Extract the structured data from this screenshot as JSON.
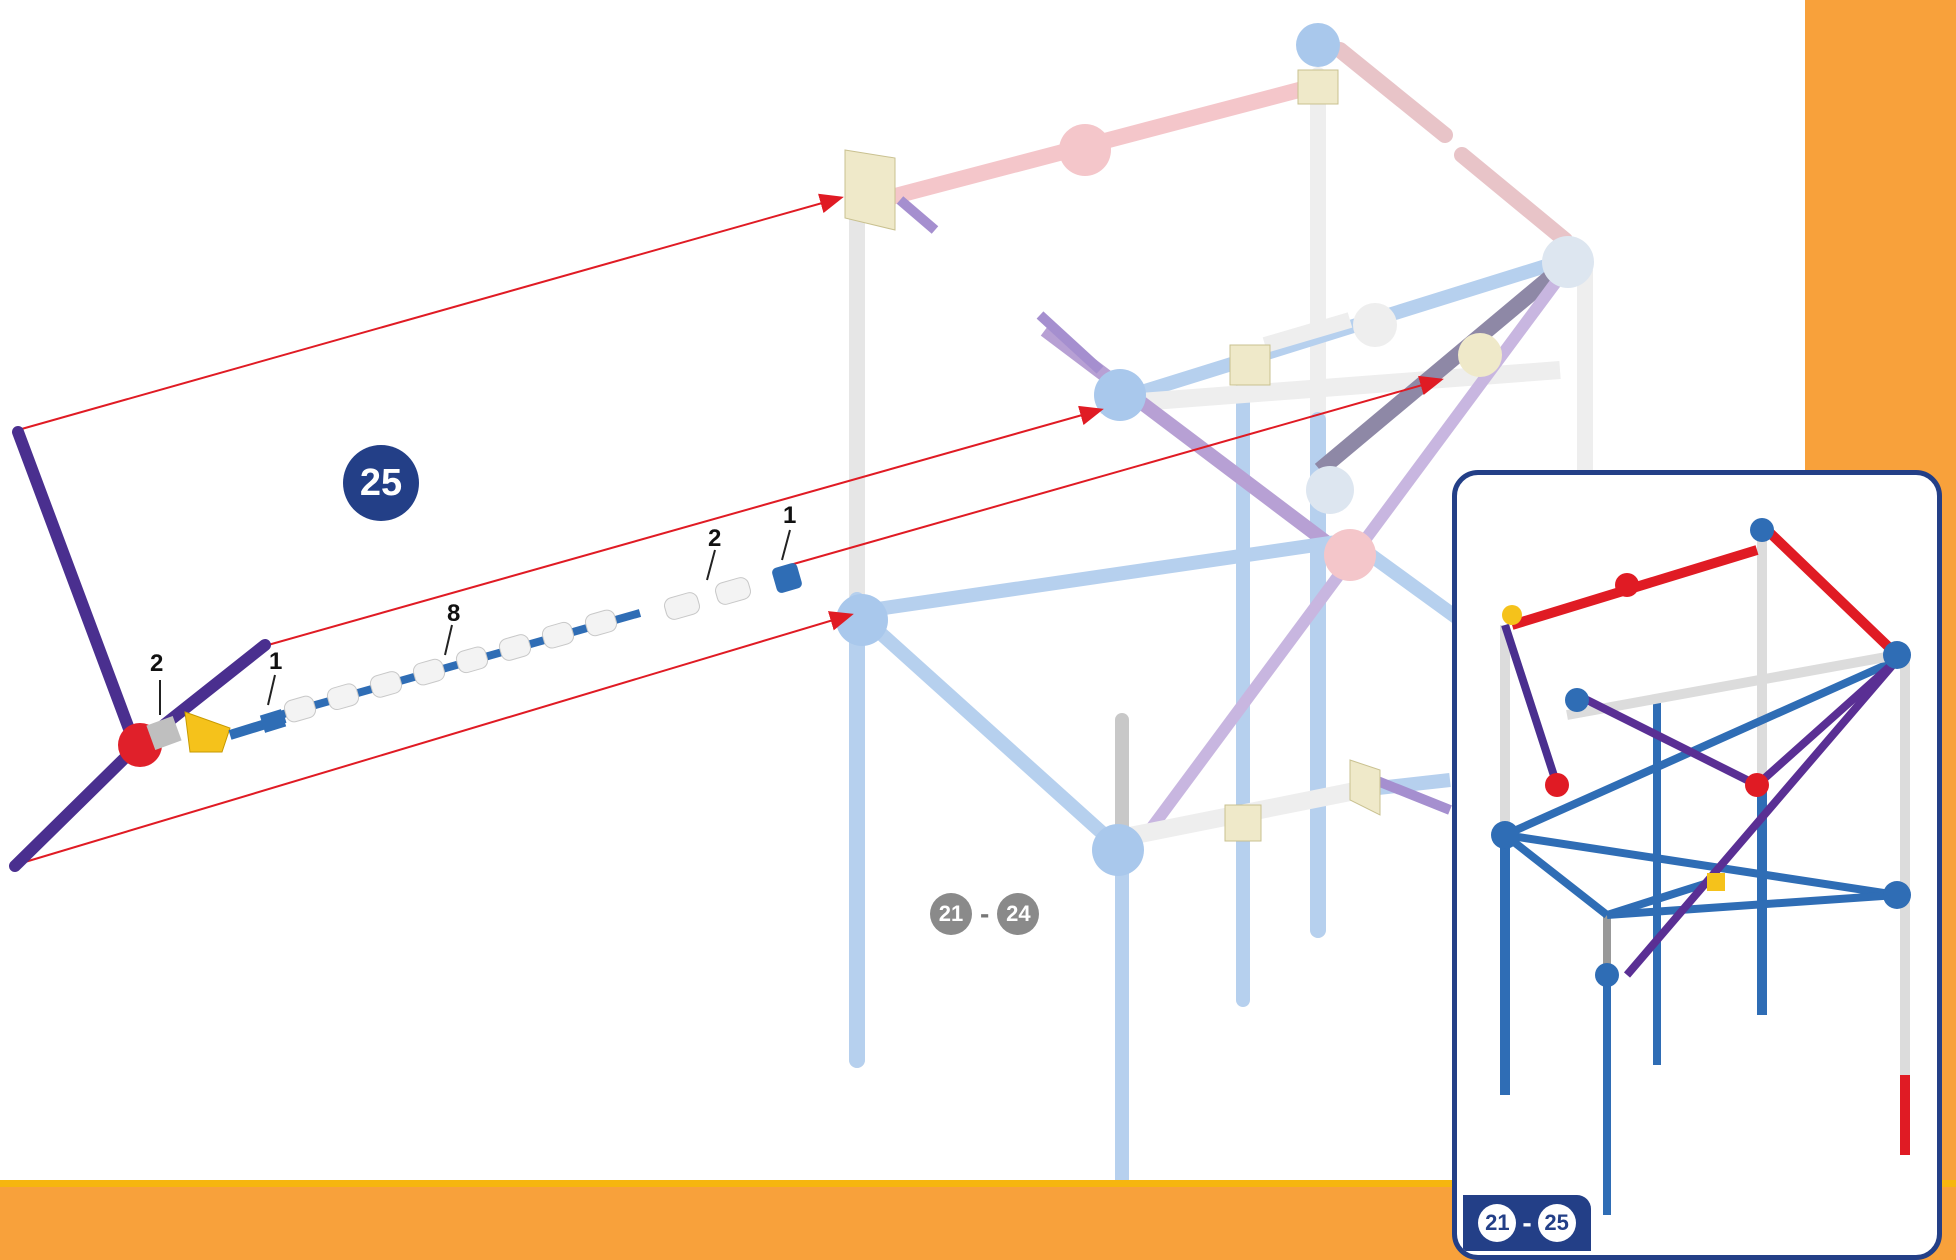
{
  "colors": {
    "accent_orange": "#f8a13b",
    "band_line": "#f6b60f",
    "step_blue": "#233f87",
    "guide_red": "#e01b24",
    "rod_light_blue": "#a9c8ec",
    "rod_white": "#eeeeee",
    "rod_pink": "#f0bcc0",
    "rod_purple": "#4a2f8f",
    "inset_blue": "#2f6db5",
    "inset_red": "#e01b24",
    "inset_purple": "#5a2f94",
    "connector_yellow": "#f5c21b",
    "connector_red": "#e0202a"
  },
  "step": {
    "number": "25"
  },
  "previous_steps": {
    "from": "21",
    "separator": "-",
    "to": "24"
  },
  "inset": {
    "from": "21",
    "separator": "-",
    "to": "25"
  },
  "quantities": {
    "cap_count": "1",
    "spacer_pair_count": "2",
    "spacer_row_count": "8",
    "connector_count": "2",
    "end_cap_count": "1"
  },
  "icons": {
    "step_badge": "numbered-circle-icon",
    "guide_arrow": "red-arrow-icon"
  }
}
